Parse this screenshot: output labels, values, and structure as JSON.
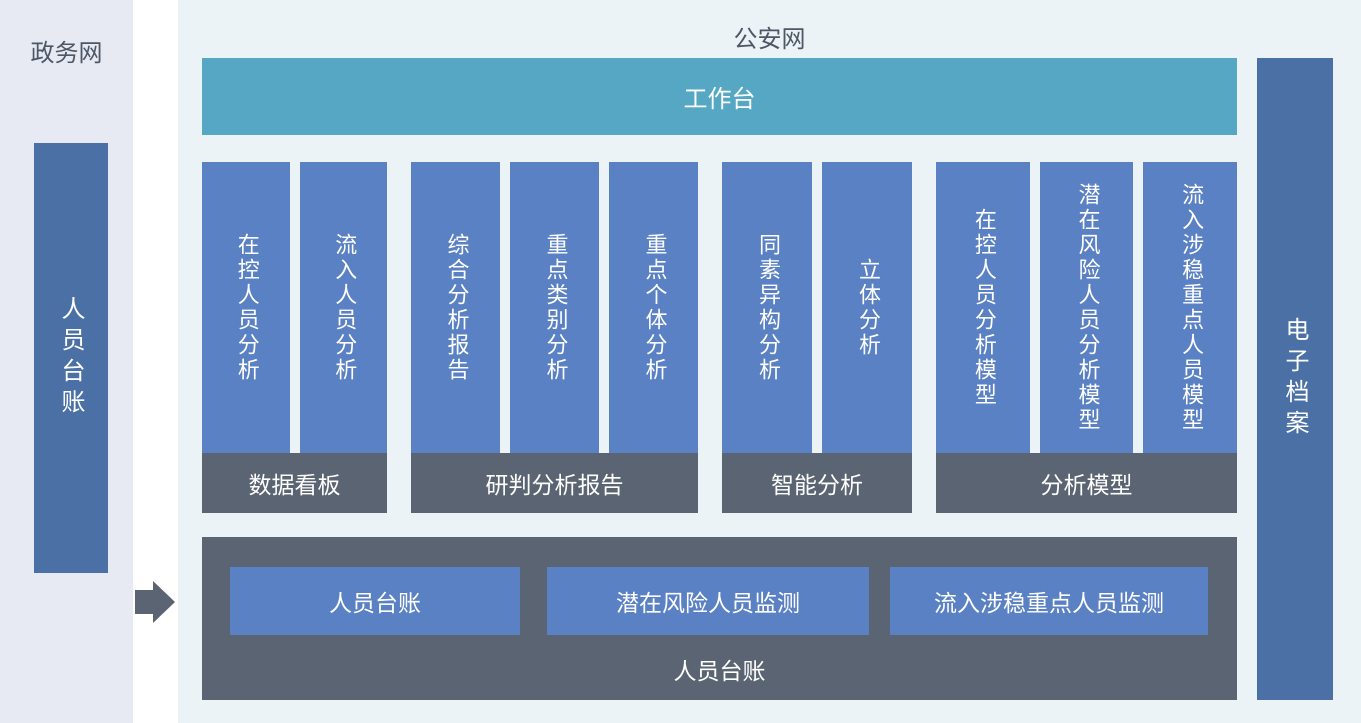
{
  "colors": {
    "left_panel_bg": "#e8eaf3",
    "main_panel_bg": "#ebf3f7",
    "workbench_teal": "#55a7c3",
    "module_blue": "#5a81c4",
    "side_bar_blue": "#4a70a6",
    "dark_slate": "#5b6472",
    "title_text": "#4d5765",
    "white_text": "#ffffff"
  },
  "left_zone": {
    "title": "政务网",
    "bar_label": "人员台账"
  },
  "arrow": {
    "icon": "right-arrow"
  },
  "main_zone": {
    "title": "公安网",
    "workbench_label": "工作台",
    "groups": [
      {
        "footer": "数据看板",
        "columns": [
          "在控人员分析",
          "流入人员分析"
        ]
      },
      {
        "footer": "研判分析报告",
        "columns": [
          "综合分析报告",
          "重点类别分析",
          "重点个体分析"
        ]
      },
      {
        "footer": "智能分析",
        "columns": [
          "同素异构分析",
          "立体分析"
        ]
      },
      {
        "footer": "分析模型",
        "columns": [
          "在控人员分析模型",
          "潜在风险人员分析模型",
          "流入涉稳重点人员模型"
        ]
      }
    ],
    "bottom_panel": {
      "buttons": [
        "人员台账",
        "潜在风险人员监测",
        "流入涉稳重点人员监测"
      ],
      "label": "人员台账"
    },
    "right_bar_label": "电子档案"
  }
}
